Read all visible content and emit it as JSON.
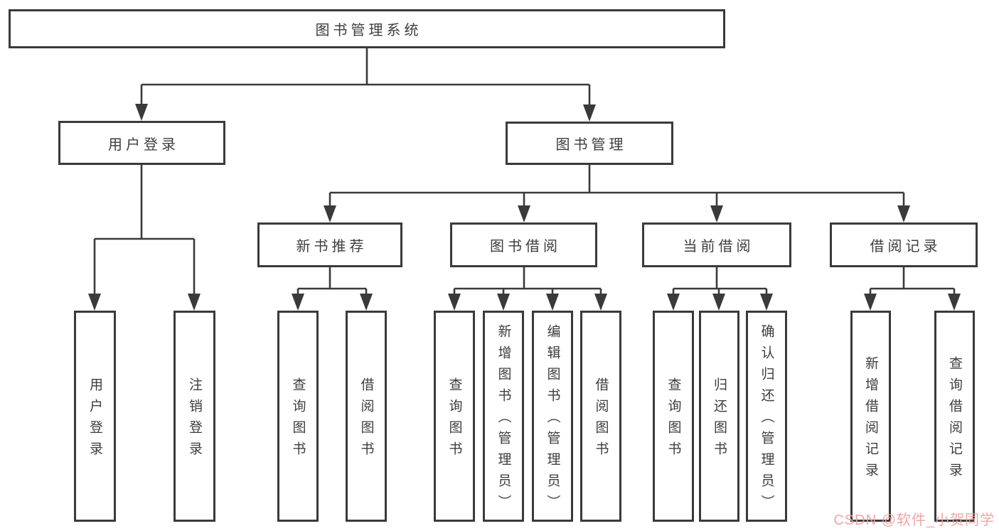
{
  "colors": {
    "line": "#3a3a3a",
    "box_border": "#3a3a3a",
    "text": "#3d3d3d",
    "background": "#ffffff",
    "watermark": "#ee9f9d"
  },
  "nodes": {
    "root": {
      "label": "图书管理系统"
    },
    "user_login": {
      "label": "用户登录"
    },
    "book_management": {
      "label": "图书管理"
    },
    "new_book_recommend": {
      "label": "新书推荐"
    },
    "book_borrow": {
      "label": "图书借阅"
    },
    "current_borrow": {
      "label": "当前借阅"
    },
    "borrow_record": {
      "label": "借阅记录"
    },
    "leaf_user_login": {
      "label": "用户登录"
    },
    "leaf_logout": {
      "label": "注销登录"
    },
    "nbr_query_books": {
      "label": "查询图书"
    },
    "nbr_borrow_books": {
      "label": "借阅图书"
    },
    "bb_query_books": {
      "label": "查询图书"
    },
    "bb_add_books": {
      "label": "新增图书（管理员）"
    },
    "bb_edit_books": {
      "label": "编辑图书（管理员）"
    },
    "bb_borrow_books": {
      "label": "借阅图书"
    },
    "cb_query_books": {
      "label": "查询图书"
    },
    "cb_return_books": {
      "label": "归还图书"
    },
    "cb_confirm_return": {
      "label": "确认归还（管理员）"
    },
    "br_add_record": {
      "label": "新增借阅记录"
    },
    "br_query_record": {
      "label": "查询借阅记录"
    }
  },
  "watermark": {
    "text": "CSDN @软件_小贺同学"
  }
}
